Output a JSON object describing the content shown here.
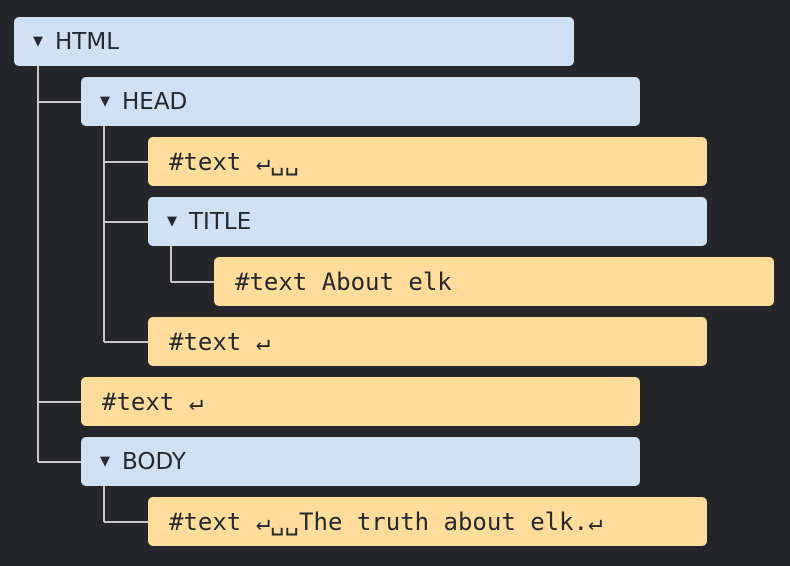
{
  "nodes": [
    {
      "kind": "element",
      "label": "HTML",
      "expanded_marker": "▼"
    },
    {
      "kind": "element",
      "label": "HEAD",
      "expanded_marker": "▼"
    },
    {
      "kind": "text",
      "label": "#text ↵␣␣"
    },
    {
      "kind": "element",
      "label": "TITLE",
      "expanded_marker": "▼"
    },
    {
      "kind": "text",
      "label": "#text About elk"
    },
    {
      "kind": "text",
      "label": "#text ↵"
    },
    {
      "kind": "text",
      "label": "#text ↵"
    },
    {
      "kind": "element",
      "label": "BODY",
      "expanded_marker": "▼"
    },
    {
      "kind": "text",
      "label": "#text ↵␣␣The truth about elk.↵"
    }
  ],
  "colors": {
    "background": "#25262a",
    "element_node": "#cfe0f2",
    "text_node": "#ffdc99",
    "connector": "#c8c8c8"
  }
}
